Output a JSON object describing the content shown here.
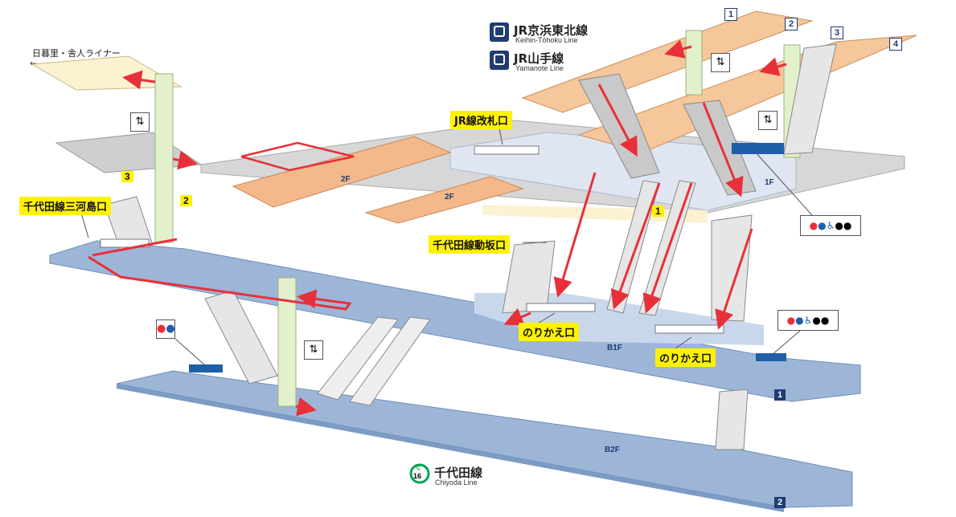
{
  "lines": {
    "keihin": {
      "title": "JR京浜東北線",
      "subtitle": "Keihin-Tōhoku Line"
    },
    "yamanote": {
      "title": "JR山手線",
      "subtitle": "Yamanote Line"
    },
    "chiyoda": {
      "title": "千代田線",
      "subtitle": "Chiyoda Line",
      "code_letter": "C",
      "code_number": "16"
    }
  },
  "destination": "日暮里・舎人ライナー",
  "labels": {
    "jr_gate": "JR線改札口",
    "mikawashima_exit": "千代田線三河島口",
    "dozaka_exit": "千代田線動坂口",
    "transfer_left": "のりかえ口",
    "transfer_right": "のりかえ口"
  },
  "exit_numbers": {
    "n3": "3",
    "n2": "2",
    "n1": "1"
  },
  "floors": {
    "f2a": "2F",
    "f2b": "2F",
    "f1": "1F",
    "b1f": "B1F",
    "b2f": "B2F"
  },
  "tracks": {
    "t1": "1",
    "t2": "2",
    "t3": "3",
    "t4": "4",
    "b1": "1",
    "b2": "2"
  },
  "colors": {
    "platform_jr": "#f6c79a",
    "concourse": "#dfe6f2",
    "b_floor": "#9db6d8",
    "gate_area": "#fbf2d2",
    "route_arrow": "#e8303a",
    "elevator": "#e3f0cc",
    "line_badge": "#1f3b73",
    "chiyoda_green": "#00a650"
  }
}
